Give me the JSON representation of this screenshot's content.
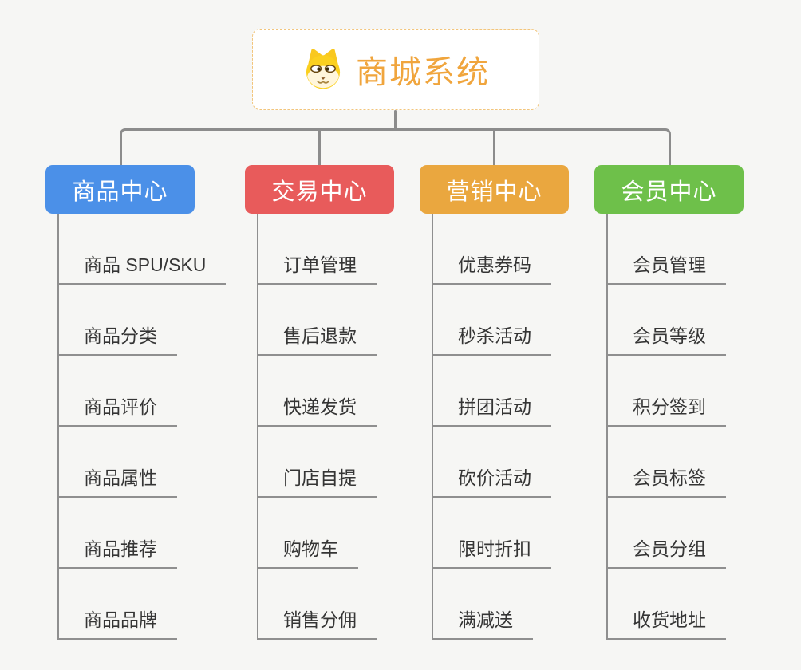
{
  "root": {
    "title": "商城系统",
    "icon": "dog-face-icon",
    "accent_color": "#F0A53D",
    "border_color": "#F2C57C"
  },
  "branches": [
    {
      "label": "商品中心",
      "color": "#4B90E8",
      "items": [
        "商品 SPU/SKU",
        "商品分类",
        "商品评价",
        "商品属性",
        "商品推荐",
        "商品品牌"
      ]
    },
    {
      "label": "交易中心",
      "color": "#E85B5B",
      "items": [
        "订单管理",
        "售后退款",
        "快递发货",
        "门店自提",
        "购物车",
        "销售分佣"
      ]
    },
    {
      "label": "营销中心",
      "color": "#EAA73F",
      "items": [
        "优惠券码",
        "秒杀活动",
        "拼团活动",
        "砍价活动",
        "限时折扣",
        "满减送"
      ]
    },
    {
      "label": "会员中心",
      "color": "#6EC04A",
      "items": [
        "会员管理",
        "会员等级",
        "积分签到",
        "会员标签",
        "会员分组",
        "收货地址"
      ]
    }
  ],
  "canvas": {
    "background": "#F6F6F4",
    "connector_color": "#8C8C8C",
    "leaf_text_color": "#353535"
  }
}
